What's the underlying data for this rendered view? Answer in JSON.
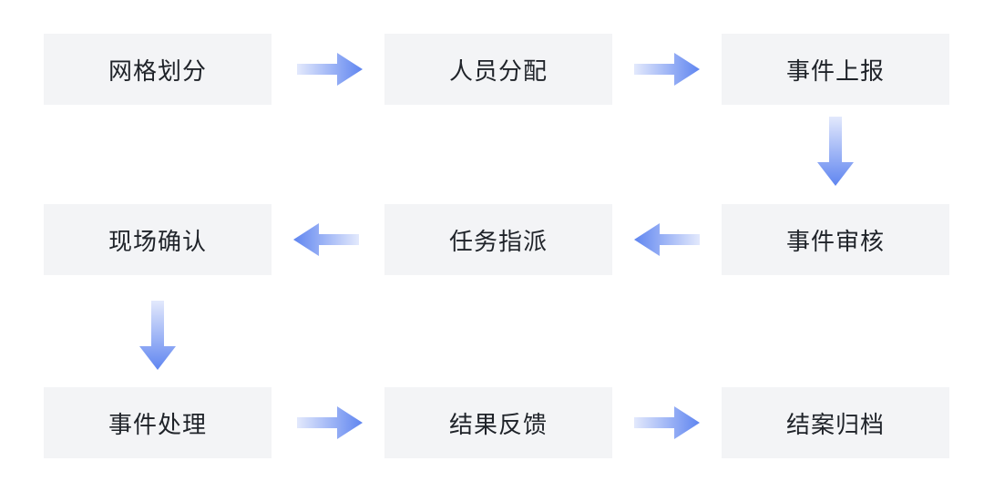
{
  "steps": {
    "s1": "网格划分",
    "s2": "人员分配",
    "s3": "事件上报",
    "s4": "事件审核",
    "s5": "任务指派",
    "s6": "现场确认",
    "s7": "事件处理",
    "s8": "结果反馈",
    "s9": "结案归档"
  },
  "colors": {
    "box_background": "#f3f4f6",
    "text": "#1f2329",
    "arrow_light": "#dbe3fb",
    "arrow_dark": "#5f85f0"
  }
}
